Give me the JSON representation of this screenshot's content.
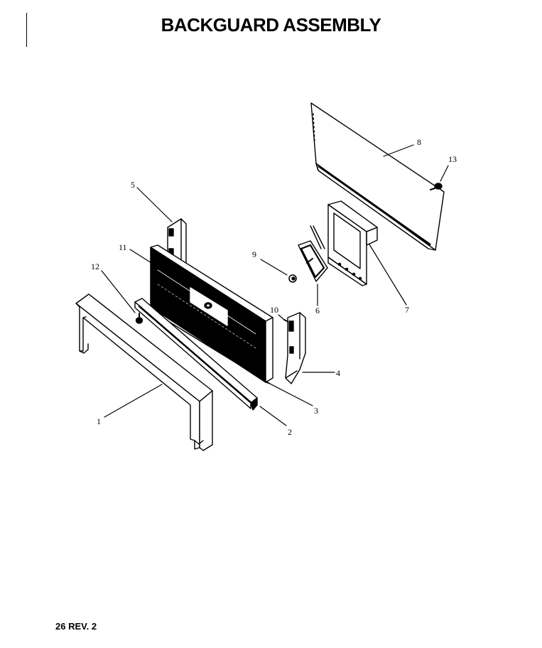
{
  "title": "BACKGUARD ASSEMBLY",
  "footer": "26 REV. 2",
  "callouts": [
    {
      "id": "1",
      "label": "1"
    },
    {
      "id": "2",
      "label": "2"
    },
    {
      "id": "3",
      "label": "3"
    },
    {
      "id": "4",
      "label": "4"
    },
    {
      "id": "5",
      "label": "5"
    },
    {
      "id": "6",
      "label": "6"
    },
    {
      "id": "7",
      "label": "7"
    },
    {
      "id": "8",
      "label": "8"
    },
    {
      "id": "9",
      "label": "9"
    },
    {
      "id": "10",
      "label": "10"
    },
    {
      "id": "11",
      "label": "11"
    },
    {
      "id": "12",
      "label": "12"
    },
    {
      "id": "13",
      "label": "13"
    }
  ]
}
